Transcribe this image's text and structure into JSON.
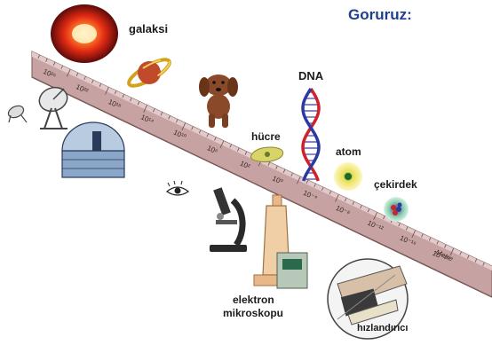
{
  "heading": "Goruruz:",
  "ruler_unit": "Metre",
  "scale_labels": [
    "10²⁶",
    "10²²",
    "10¹⁸",
    "10¹⁴",
    "10¹⁰",
    "10⁶",
    "10²",
    "10⁰",
    "10⁻⁴",
    "10⁻⁸",
    "10⁻¹²",
    "10⁻¹⁶",
    "10⁻²⁰"
  ],
  "objects": {
    "galaxy": "galaksi",
    "dna": "DNA",
    "cell": "hücre",
    "atom": "atom",
    "nucleus": "çekirdek",
    "electron_microscope": [
      "elektron",
      "mikroskopu"
    ],
    "accelerator": "hızlandırıcı"
  },
  "colors": {
    "ruler_top": "#d9bcbc",
    "ruler_face": "#c7a2a2",
    "ruler_edge": "#8b6a6a",
    "heading": "#1f3f8f"
  }
}
